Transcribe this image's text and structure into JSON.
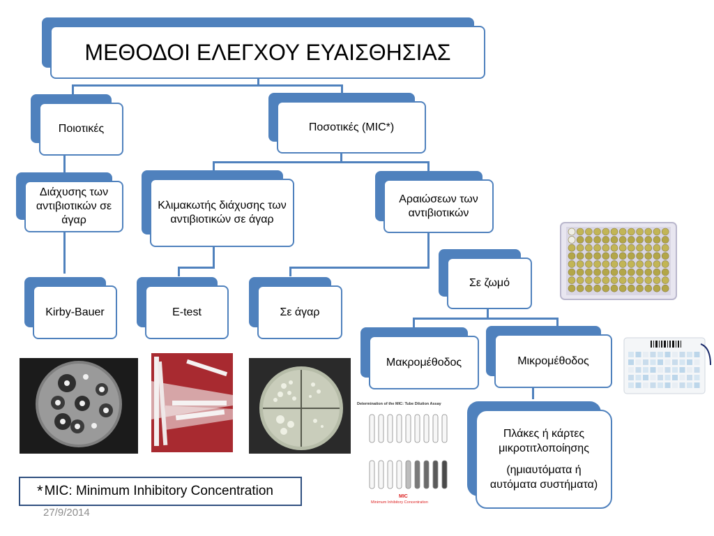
{
  "title": "ΜΕΘΟΔΟΙ ΕΛΕΓΧΟΥ ΕΥΑΙΣΘΗΣΙΑΣ",
  "nodes": {
    "qualitative": "Ποιοτικές",
    "quantitative": "Ποσοτικές (MIC*)",
    "agar_diffusion": "Διάχυσης των αντιβιοτικών σε άγαρ",
    "gradient_diffusion": "Κλιμακωτής διάχυσης των αντιβιοτικών σε άγαρ",
    "dilutions": "Αραιώσεων των αντιβιοτικών",
    "broth": "Σε ζωμό",
    "kirby_bauer": "Kirby-Bauer",
    "etest": "E-test",
    "agar": "Σε άγαρ",
    "macromethod": "Μακρομέθοδος",
    "micromethod": "Μικρομέθοδος",
    "plates_line1": "Πλάκες ή κάρτες μικροτιτλοποίησης",
    "plates_line2": "(ημιαυτόματα ή αυτόματα συστήματα)"
  },
  "footnote": {
    "star": "*",
    "text": "MIC: Minimum Inhibitory Concentration"
  },
  "date": "27/9/2014",
  "tube_figure": {
    "heading": "Determination of the MIC: Tube Dilution Assay",
    "mic_label": "MIC",
    "mic_caption": "Minimum Inhibitory Concentration"
  },
  "colors": {
    "accent": "#4f81bd",
    "footnote_border": "#2f4f7f"
  }
}
